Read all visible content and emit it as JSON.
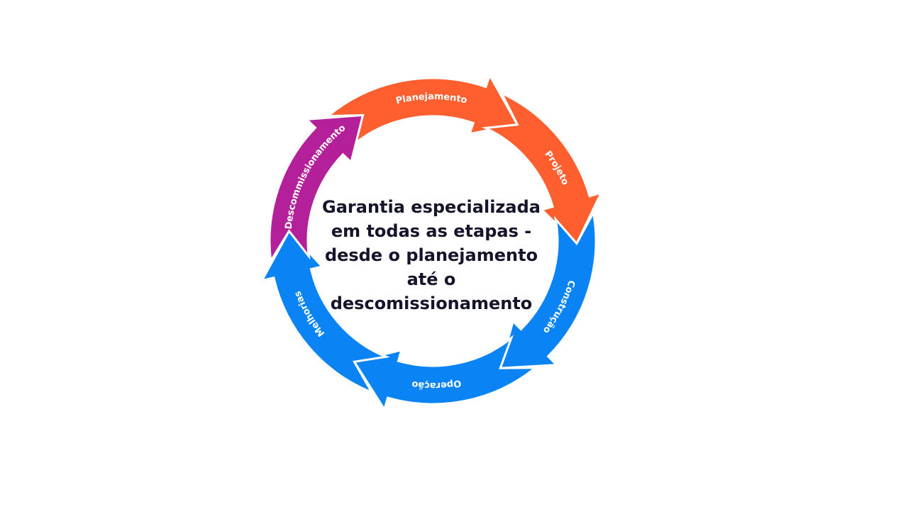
{
  "cycle": {
    "segments": [
      {
        "label": "Planejamento",
        "color": "#FF5F2E"
      },
      {
        "label": "Projeto",
        "color": "#FF5F2E"
      },
      {
        "label": "Construção",
        "color": "#0A84F5"
      },
      {
        "label": "Operação",
        "color": "#0A84F5"
      },
      {
        "label": "Melhorias",
        "color": "#0A84F5"
      },
      {
        "label": "Descommissionamento",
        "color": "#B4209A"
      }
    ],
    "center_lines": [
      "Garantia especializada",
      "em todas as etapas -",
      "desde o planejamento",
      "até o",
      "descomissionamento"
    ]
  }
}
